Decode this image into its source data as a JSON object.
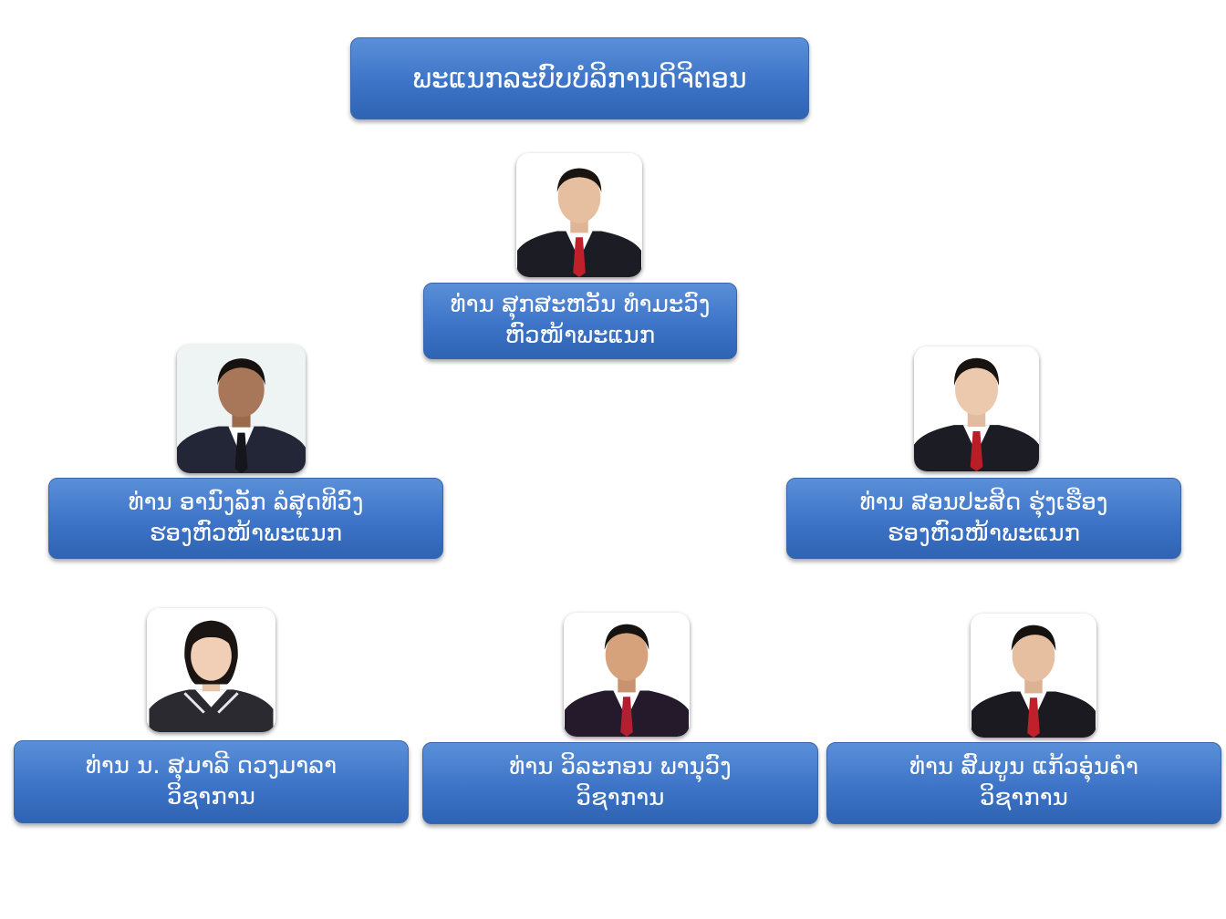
{
  "title": "ພະແນກລະບົບບໍລິການດິຈິຕອນ",
  "people": [
    {
      "name": "ທ່ານ ສຸກສະຫວັນ ທຳມະວົງ",
      "role": "ຫົວໜ້າພະແນກ",
      "photo_bg": "#ffffff"
    },
    {
      "name": "ທ່ານ ອານົງລັກ ລໍສຸດທິວົງ",
      "role": "ຮອງຫົວໜ້າພະແນກ",
      "photo_bg": "#eef3f3"
    },
    {
      "name": "ທ່ານ ສອນປະສິດ ຮຸ່ງເຮືອງ",
      "role": "ຮອງຫົວໜ້າພະແນກ",
      "photo_bg": "#ffffff"
    },
    {
      "name": "ທ່ານ ນ. ສຸມາລີ ດວງມາລາ",
      "role": "ວິຊາການ",
      "photo_bg": "#ffffff"
    },
    {
      "name": "ທ່ານ ວິລະກອນ ພານຸວົງ",
      "role": "ວິຊາການ",
      "photo_bg": "#ffffff"
    },
    {
      "name": "ທ່ານ ສົມບູນ ແກ້ວອຸ່ນຄຳ",
      "role": "ວິຊາການ",
      "photo_bg": "#ffffff"
    }
  ],
  "colors": {
    "box_fill": "#4178c8",
    "box_text": "#ffffff",
    "suit": "#1c1c24",
    "tie": "#c0202a"
  }
}
